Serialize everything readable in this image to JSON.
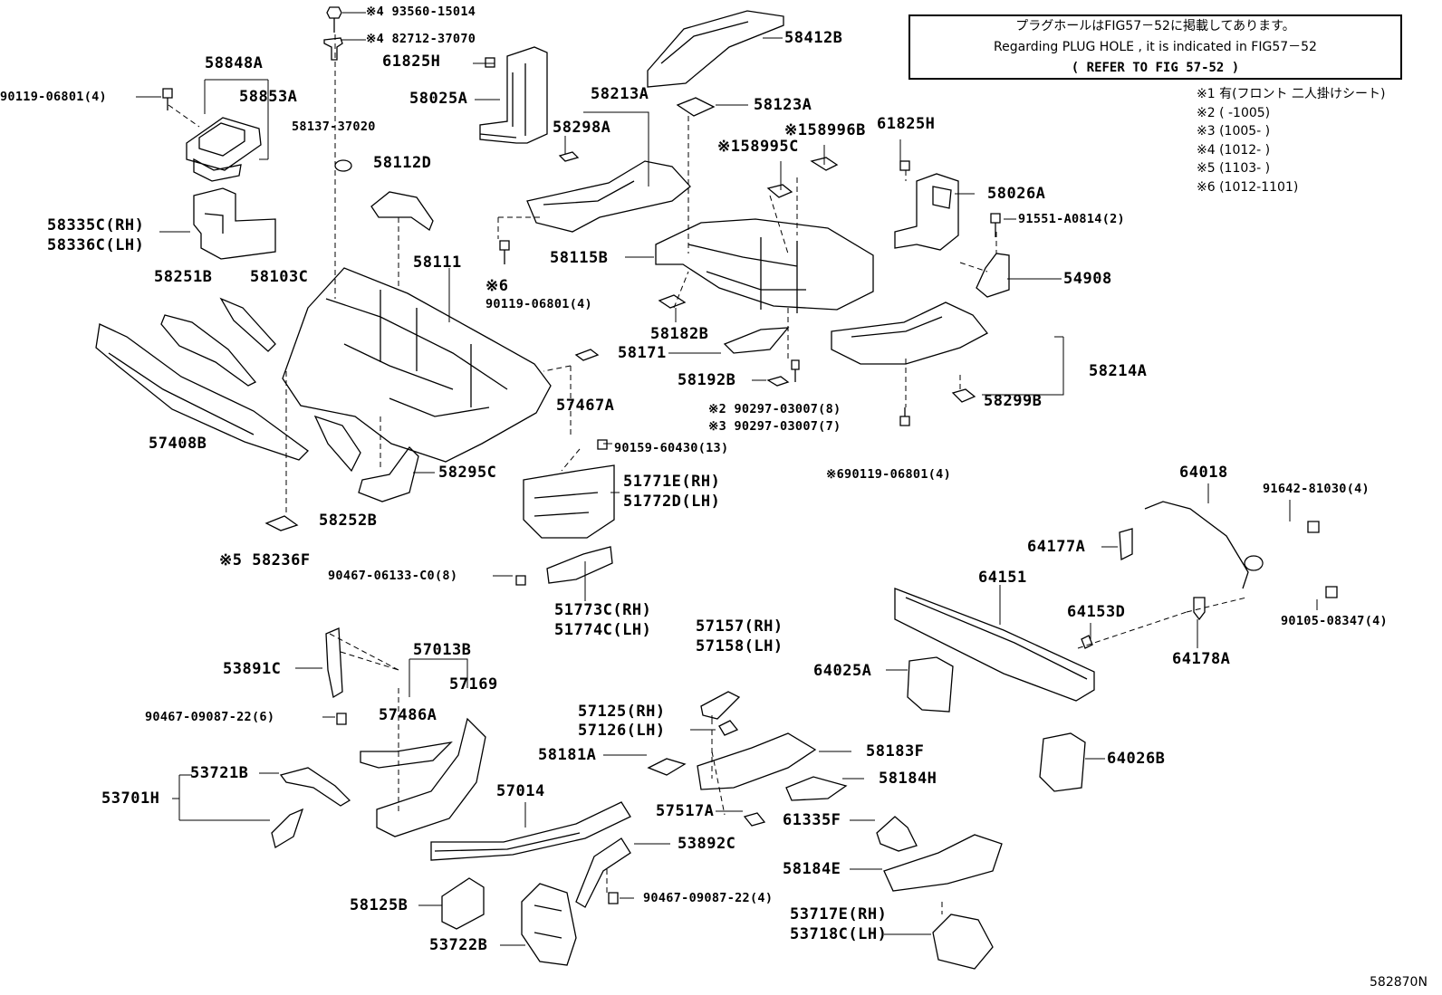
{
  "note": {
    "line1": "プラグホールはFIG57－52に掲載してあります。",
    "line2": "Regarding PLUG HOLE , it is indicated in FIG57－52",
    "line3": "( REFER TO FIG 57-52 )"
  },
  "legend": [
    "※1 有(フロント 二人掛けシート)",
    "※2 (      -1005)",
    "※3 (1005-      )",
    "※4 (1012-      )",
    "※5 (1103-      )",
    "※6 (1012-1101)"
  ],
  "figure_id": "582870N",
  "labels": {
    "l93560": "※4 93560-15014",
    "l82712": "※4 82712-37070",
    "l58848A": "58848A",
    "l58853A": "58853A",
    "l90119a": "90119-06801(4)",
    "l61825H_a": "61825H",
    "l58025A": "58025A",
    "l58412B": "58412B",
    "l58137": "58137-37020",
    "l58213A": "58213A",
    "l58298A": "58298A",
    "l58123A": "58123A",
    "l158996B": "※158996B",
    "l158995C": "※158995C",
    "l61825H_b": "61825H",
    "l58112D": "58112D",
    "l58026A": "58026A",
    "l91551": "91551-A0814(2)",
    "l58335C": "58335C(RH)",
    "l58336C": "58336C(LH)",
    "l58111": "58111",
    "l58115B": "58115B",
    "l54908": "54908",
    "l58251B": "58251B",
    "l58103C": "58103C",
    "l6note": "※6",
    "l90119b": "90119-06801(4)",
    "l58182B": "58182B",
    "l58171": "58171",
    "l58214A": "58214A",
    "l58192B": "58192B",
    "l58299B": "58299B",
    "l57467A": "57467A",
    "l57408B": "57408B",
    "l90297a": "※2 90297-03007(8)",
    "l90297b": "※3 90297-03007(7)",
    "l90159": "90159-60430(13)",
    "l58295C": "58295C",
    "l90119c": "※690119-06801(4)",
    "l51771E": "51771E(RH)",
    "l51772D": "51772D(LH)",
    "l58252B": "58252B",
    "l64018": "64018",
    "l91642": "91642-81030(4)",
    "l58236F": "※5 58236F",
    "l64177A": "64177A",
    "l90467a": "90467-06133-C0(8)",
    "l51773C": "51773C(RH)",
    "l51774C": "51774C(LH)",
    "l64151": "64151",
    "l64153D": "64153D",
    "l90105": "90105-08347(4)",
    "l57157": "57157(RH)",
    "l57158": "57158(LH)",
    "l53891C": "53891C",
    "l57013B": "57013B",
    "l64025A": "64025A",
    "l64178A": "64178A",
    "l57169": "57169",
    "l90467b": "90467-09087-22(6)",
    "l57486A": "57486A",
    "l57125": "57125(RH)",
    "l57126": "57126(LH)",
    "l58183F": "58183F",
    "l58181A": "58181A",
    "l64026B": "64026B",
    "l53721B": "53721B",
    "l58184H": "58184H",
    "l53701H": "53701H",
    "l57014": "57014",
    "l57517A": "57517A",
    "l61335F": "61335F",
    "l53892C": "53892C",
    "l58184E": "58184E",
    "l90467c": "90467-09087-22(4)",
    "l58125B": "58125B",
    "l53717E": "53717E(RH)",
    "l53718C": "53718C(LH)",
    "l53722B": "53722B"
  }
}
